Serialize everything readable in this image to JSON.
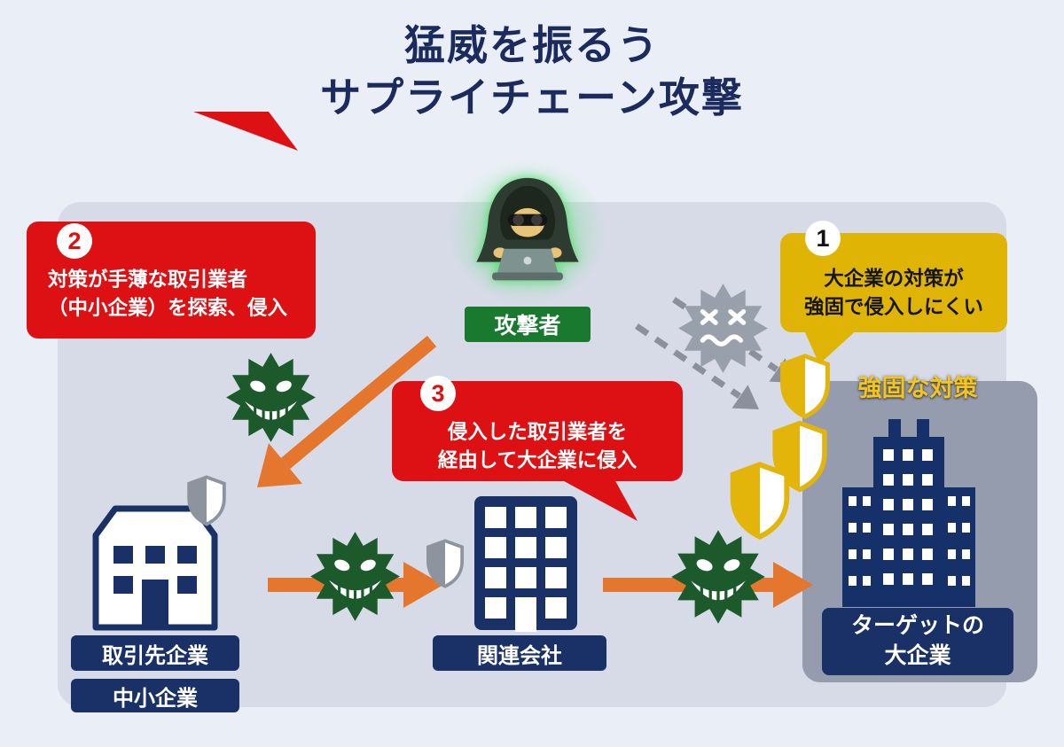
{
  "title": {
    "line1": "猛威を振るう",
    "line2": "サプライチェーン攻撃"
  },
  "attacker_label": "攻撃者",
  "bubbles": {
    "b1": {
      "number": "1",
      "line1": "大企業の対策が",
      "line2": "強固で侵入しにくい"
    },
    "b2": {
      "number": "2",
      "line1": "対策が手薄な取引業者",
      "line2": "（中小企業）を探索、侵入"
    },
    "b3": {
      "number": "3",
      "line1": "侵入した取引業者を",
      "line2": "経由して大企業に侵入"
    }
  },
  "labels": {
    "strong_defense": "強固な対策",
    "partner": "取引先企業",
    "sme": "中小企業",
    "affiliate": "関連会社",
    "target_line1": "ターゲットの",
    "target_line2": "大企業"
  },
  "colors": {
    "background": "#eaeef7",
    "panel": "#d6dbe7",
    "title_navy": "#1c2b5e",
    "callout_red": "#dd1014",
    "callout_gold": "#e0b405",
    "attacker_green": "#18792f",
    "building_navy": "#1a3168",
    "arrow_orange": "#e4762e",
    "virus_green": "#1c5a2c",
    "blocked_gray": "#98a0ab",
    "shield_gold": "#e3b50a",
    "strong_text_gold": "#f6c51a"
  }
}
